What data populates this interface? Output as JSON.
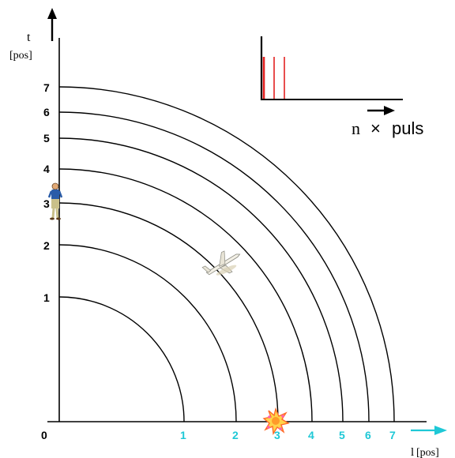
{
  "axes": {
    "t_label": "t",
    "t_unit": "[pos]",
    "l_label": "l",
    "l_unit": "[pos]",
    "origin_label": "0",
    "y_ticks": [
      "1",
      "2",
      "3",
      "4",
      "5",
      "6",
      "7"
    ],
    "x_ticks": [
      "1",
      "2",
      "3",
      "4",
      "5",
      "6",
      "7"
    ]
  },
  "inset": {
    "label_n": "n",
    "label_times": "×",
    "label_puls": "puls"
  },
  "colors": {
    "axis": "#000000",
    "arc": "#000000",
    "x_tick_labels": "#1fc8d6",
    "x_arrow": "#1fc8d6",
    "pulse": "#e32020",
    "explosion": "#ff6a2a"
  },
  "icons": {
    "person": "person-icon",
    "plane": "airplane-icon",
    "explosion": "explosion-icon"
  }
}
